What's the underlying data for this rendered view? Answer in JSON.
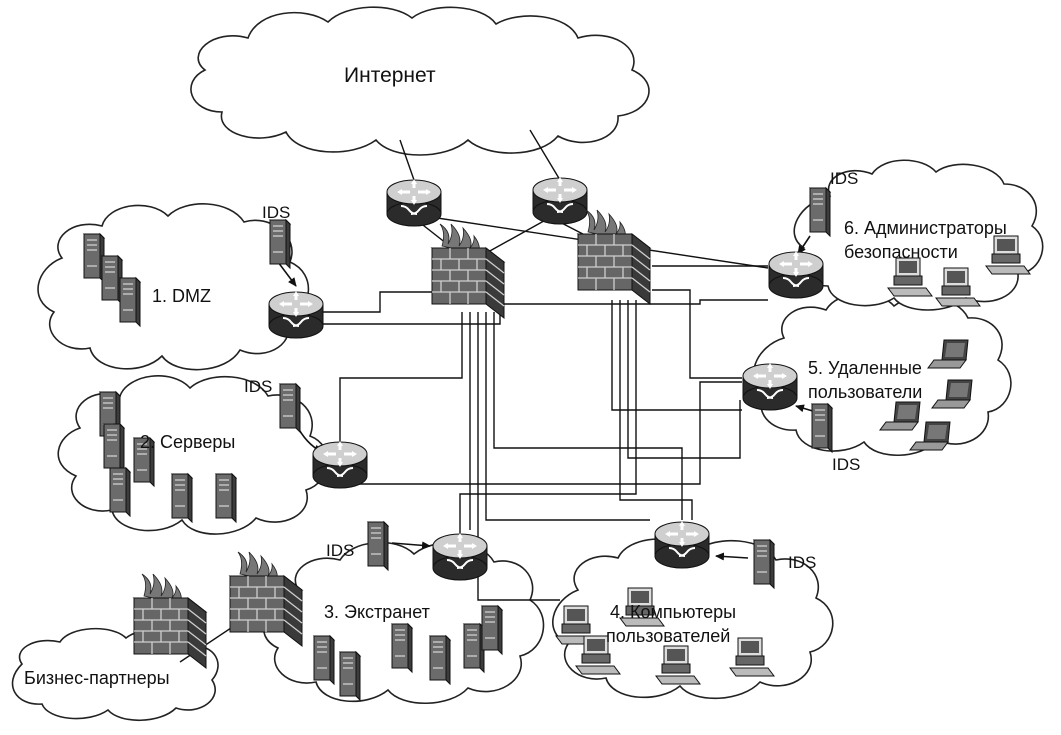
{
  "diagram": {
    "clouds": {
      "internet": "Интернет",
      "dmz": "1. DMZ",
      "servers": "2. Серверы",
      "extranet": "3. Экстранет",
      "users_line1": "4. Компьютеры",
      "users_line2": "пользователей",
      "remote_line1": "5. Удаленные",
      "remote_line2": "пользователи",
      "admins_line1": "6. Администраторы",
      "admins_line2": "безопасности",
      "partners": "Бизнес-партнеры"
    },
    "ids_label": "IDS",
    "colors": {
      "line": "#111111",
      "device_dark": "#3c3c3c",
      "device_mid": "#6b6b6b",
      "device_light": "#d0d0d0"
    },
    "icons": [
      "cloud",
      "router-icon",
      "firewall-icon",
      "server-icon",
      "ids-sensor-icon",
      "workstation-icon",
      "laptop-icon"
    ]
  }
}
